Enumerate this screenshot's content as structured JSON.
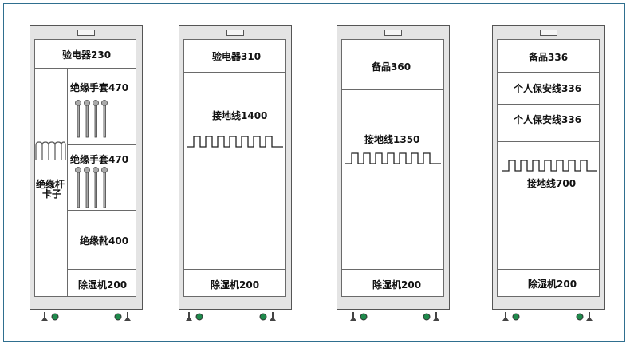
{
  "cabinets": [
    {
      "compartments": {
        "top": "验电器230",
        "glove1": "绝缘手套470",
        "glove2": "绝缘手套470",
        "boots": "绝缘靴400",
        "dehumidifier": "除湿机200",
        "rod": "绝缘杆",
        "clip": "卡子"
      }
    },
    {
      "compartments": {
        "top": "验电器310",
        "ground": "接地线1400",
        "dehumidifier": "除湿机200"
      }
    },
    {
      "compartments": {
        "top": "备品360",
        "ground": "接地线1350",
        "dehumidifier": "除湿机200"
      }
    },
    {
      "compartments": {
        "top": "备品336",
        "line1": "个人保安线336",
        "line2": "个人保安线336",
        "ground": "接地线700",
        "dehumidifier": "除湿机200"
      }
    }
  ],
  "colors": {
    "frame": "#2f6f8f",
    "cabinet_body": "#e4e4e4",
    "panel": "#ffffff",
    "foot_green": "#1f8a4c"
  },
  "icons": [
    "grounding-wire-icon",
    "insulating-rod-icon",
    "caster-foot-icon"
  ]
}
